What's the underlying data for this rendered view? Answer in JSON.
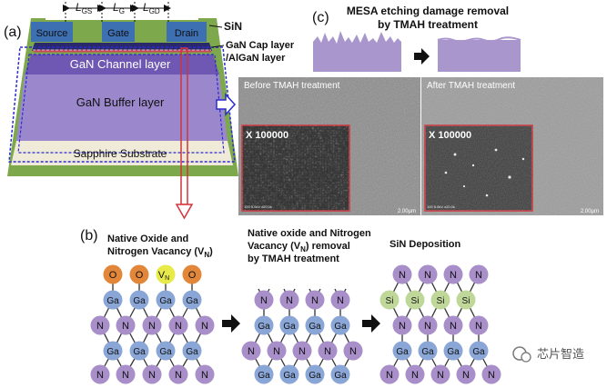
{
  "panel_a": {
    "label": "(a)",
    "dim_gs": "L",
    "dim_gs_sub": "GS",
    "dim_g": "L",
    "dim_g_sub": "G",
    "dim_gd": "L",
    "dim_gd_sub": "GD",
    "source": "Source",
    "gate": "Gate",
    "drain": "Drain",
    "sin": "SiN",
    "cap_line1": "GaN Cap layer",
    "cap_line2": "/AlGaN layer",
    "channel": "GaN Channel layer",
    "buffer": "GaN Buffer layer",
    "substrate": "Sapphire Substrate"
  },
  "panel_c": {
    "label": "(c)",
    "title_line1": "MESA etching damage removal",
    "title_line2": "by TMAH treatment",
    "before": "Before TMAH treatment",
    "after": "After TMAH treatment",
    "zoom_before": "X 100000",
    "zoom_after": "X 100000",
    "scale_before": "2.00µm",
    "scale_after": "2.00µm",
    "meta_before": "100 5.0kV x20.0k",
    "meta_after": "100 5.0kV x20.0k"
  },
  "panel_b": {
    "label": "(b)",
    "step1_line1": "Native Oxide and",
    "step1_line2": "Nitrogen Vacancy (V",
    "step1_sub": "N",
    "step1_close": ")",
    "step2_line1": "Native oxide and Nitrogen",
    "step2_line2": "Vacancy (V",
    "step2_sub": "N",
    "step2_line2_end": ") removal",
    "step2_line3": "by TMAH treatment",
    "step3": "SiN Deposition",
    "atom_o": "O",
    "atom_vn": "V",
    "atom_vn_sub": "N",
    "atom_ga": "Ga",
    "atom_n": "N",
    "atom_si": "Si"
  },
  "watermark": "芯片智造",
  "colors": {
    "channel": "#6f58b3",
    "buffer": "#9b88cc",
    "substrate": "#f0ead8",
    "green_frame": "#7ea84c",
    "contact": "#3d6fb3",
    "cap": "#c9485a",
    "arrow_red": "#d1343a",
    "atom_n": "#a88fc9",
    "atom_ga": "#8aa6d6",
    "atom_o": "#e2873a",
    "atom_vn": "#e8ea4a",
    "atom_si": "#bfd89a",
    "mesa": "#a996cd"
  }
}
